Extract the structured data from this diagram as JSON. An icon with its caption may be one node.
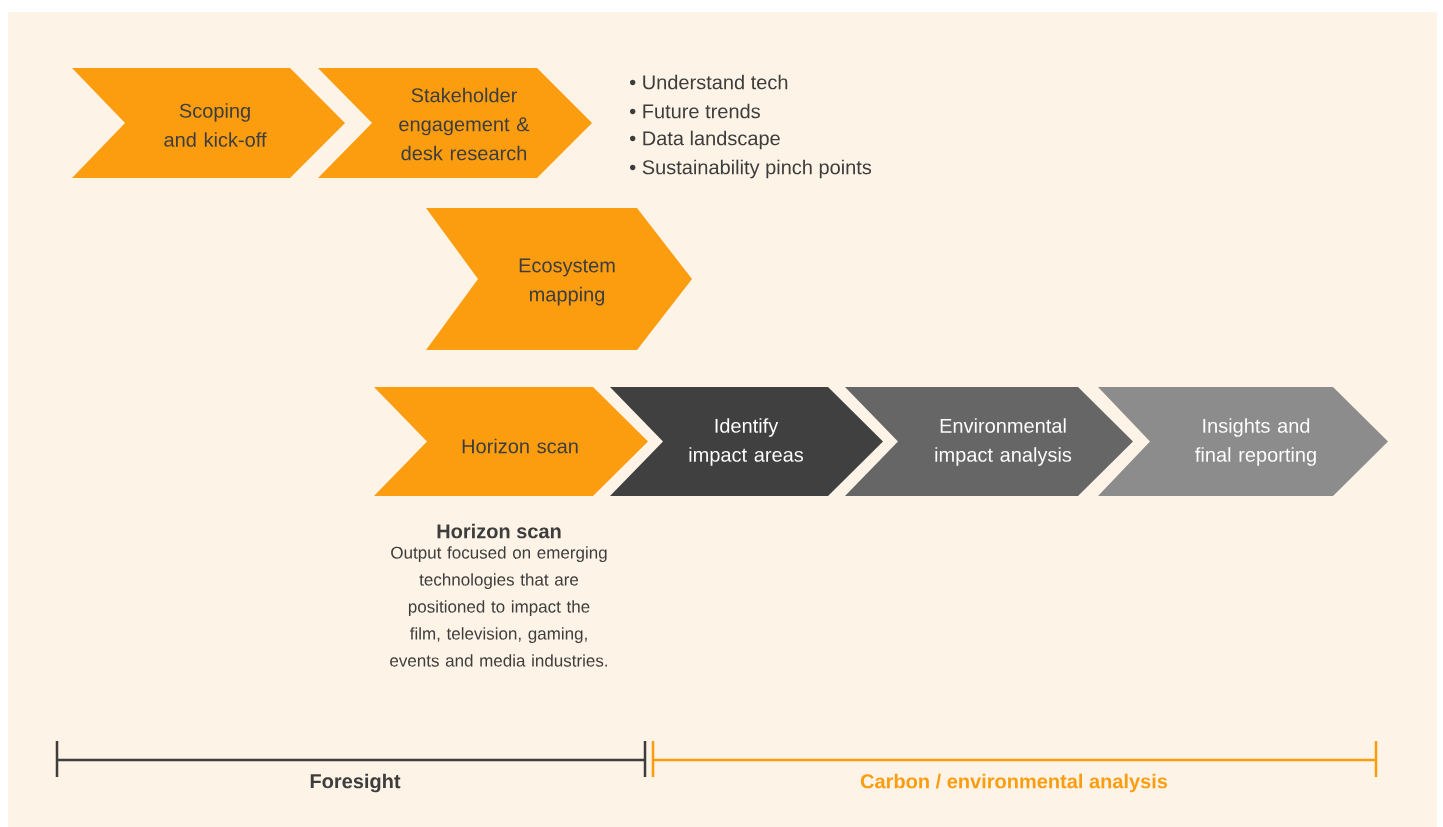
{
  "diagram": {
    "nodes": [
      {
        "text": [
          "Scoping and kick-off"
        ]
      },
      {
        "text": [
          "Stakeholder engagement & desk research"
        ],
        "beside": [
          "• Understand tech",
          "• Future trends",
          "• Data landscape",
          "• Sustainability pinch points"
        ]
      },
      {
        "text": [
          "Ecosystem mapping"
        ]
      },
      {
        "text": [
          "Horizon scan"
        ],
        "beside": [
          "Horizon scan",
          "Output focused on emerging technologies that are positioned to impact the film, television, gaming, events and media industries."
        ]
      },
      {
        "text": [
          "Identify impact areas"
        ]
      },
      {
        "text": [
          "Environmental impact analysis"
        ]
      },
      {
        "text": [
          "Insights and final reporting"
        ]
      }
    ],
    "labels": [
      "Foresight",
      "Carbon / environmental analysis"
    ]
  }
}
